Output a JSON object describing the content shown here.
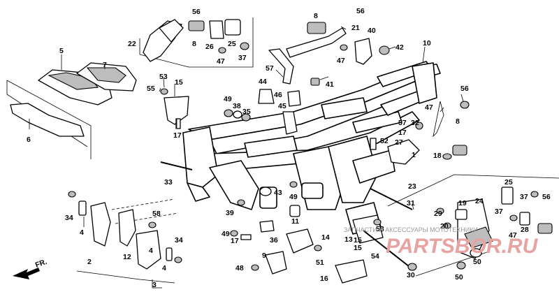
{
  "diagram": {
    "callouts": [
      "1",
      "2",
      "3",
      "4",
      "4",
      "4",
      "5",
      "6",
      "7",
      "8",
      "8",
      "8",
      "9",
      "10",
      "11",
      "12",
      "13",
      "14",
      "15",
      "15",
      "15",
      "16",
      "17",
      "17",
      "17",
      "18",
      "19",
      "20",
      "21",
      "22",
      "23",
      "24",
      "25",
      "25",
      "26",
      "27",
      "28",
      "29",
      "30",
      "31",
      "32",
      "33",
      "34",
      "34",
      "35",
      "36",
      "37",
      "37",
      "37",
      "38",
      "39",
      "40",
      "41",
      "42",
      "43",
      "44",
      "45",
      "46",
      "47",
      "47",
      "47",
      "47",
      "48",
      "49",
      "49",
      "49",
      "50",
      "50",
      "51",
      "52",
      "53",
      "53",
      "54",
      "55",
      "56",
      "56",
      "56",
      "56",
      "57",
      "57",
      "58"
    ],
    "front_marker": "FR.",
    "watermark_text": "ЗАПЧАСТИ И АКСЕССУАРЫ МОТОТЕХНИКИ",
    "logo_text": "PARTSBOR.RU"
  }
}
